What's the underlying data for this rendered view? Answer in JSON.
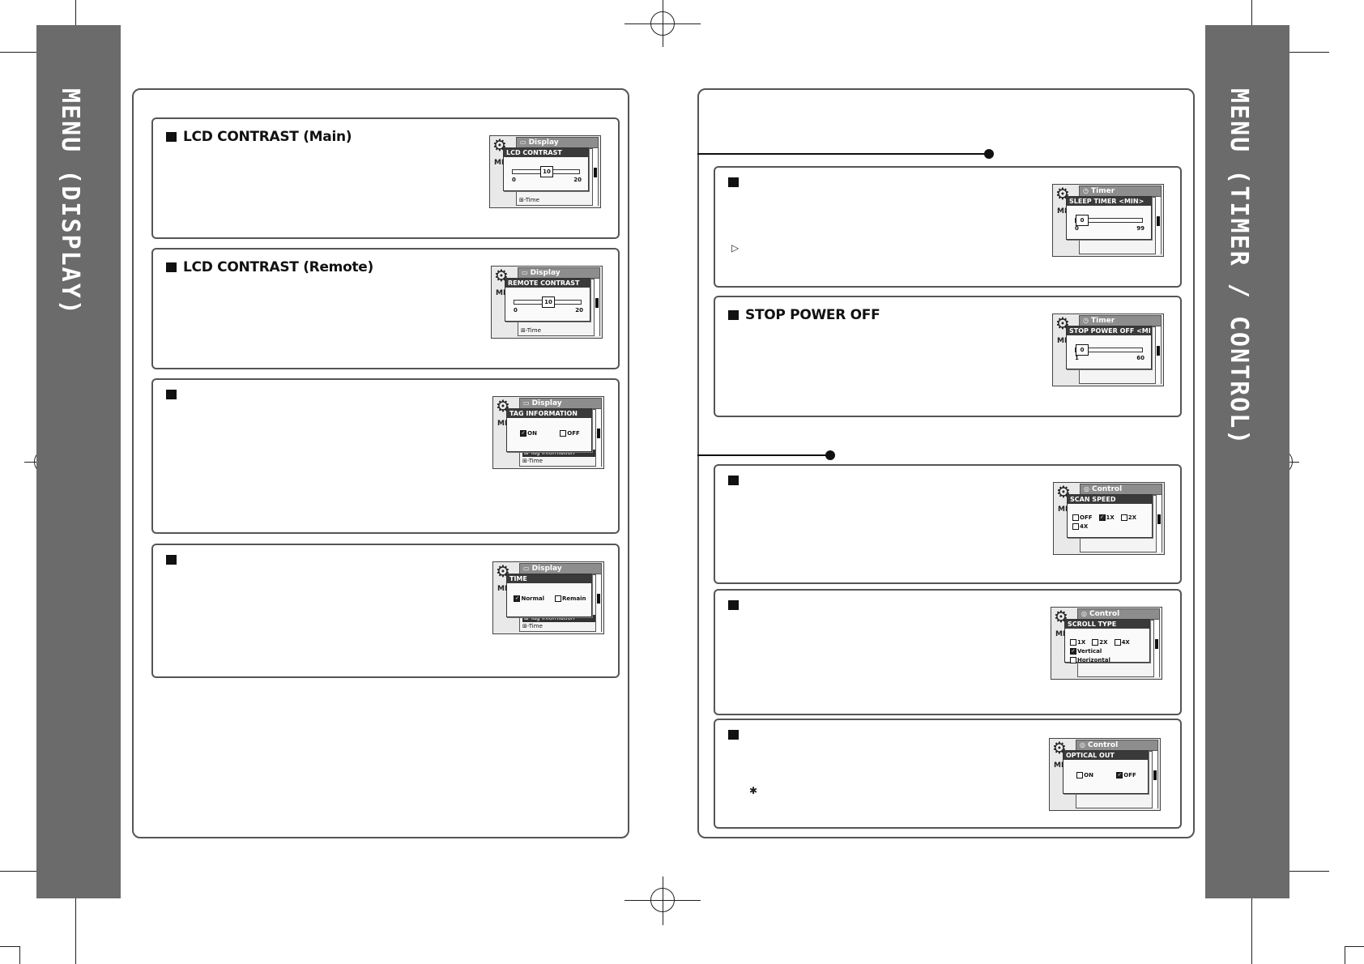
{
  "left_page": {
    "sidebar_label": "MENU (DISPLAY)",
    "sections": [
      {
        "title": "LCD CONTRAST (Main)",
        "screen": {
          "menu": "Display",
          "side_label": "ME",
          "popup_title": "LCD CONTRAST",
          "slider": {
            "value": "10",
            "min": "0",
            "max": "20",
            "fraction": 0.5
          },
          "list": [
            {
              "label": "⊞-Time",
              "selected": false
            }
          ]
        }
      },
      {
        "title": "LCD CONTRAST (Remote)",
        "screen": {
          "menu": "Display",
          "side_label": "ME",
          "popup_title": "REMOTE CONTRAST",
          "slider": {
            "value": "10",
            "min": "0",
            "max": "20",
            "fraction": 0.5
          },
          "list": [
            {
              "label": "⊞-Time",
              "selected": false
            }
          ]
        }
      },
      {
        "title": "",
        "screen": {
          "menu": "Display",
          "side_label": "ME",
          "popup_title": "TAG INFORMATION",
          "options": [
            {
              "label": "ON",
              "checked": true
            },
            {
              "label": "OFF",
              "checked": false
            }
          ],
          "list": [
            {
              "label": "⊞-Tag Information",
              "selected": true
            },
            {
              "label": "⊞-Time",
              "selected": false
            }
          ]
        }
      },
      {
        "title": "",
        "screen": {
          "menu": "Display",
          "side_label": "ME",
          "popup_title": "TIME",
          "options": [
            {
              "label": "Normal",
              "checked": true
            },
            {
              "label": "Remain",
              "checked": false
            }
          ],
          "list": [
            {
              "label": "⊞-Tag Information",
              "selected": true
            },
            {
              "label": "⊞-Time",
              "selected": false
            }
          ]
        }
      }
    ]
  },
  "right_page": {
    "sidebar_label": "MENU (TIMER / CONTROL)",
    "sections": [
      {
        "title": "",
        "mark": "▷",
        "screen": {
          "menu": "Timer",
          "side_label": "ME",
          "popup_title": "SLEEP TIMER <MIN>",
          "slider": {
            "value": "0",
            "min": "0",
            "max": "99",
            "fraction": 0.0
          }
        }
      },
      {
        "title": "STOP POWER OFF",
        "screen": {
          "menu": "Timer",
          "side_label": "ME",
          "popup_title": "STOP POWER OFF <MIN>",
          "slider": {
            "value": "0",
            "min": "1",
            "max": "60",
            "fraction": 0.0
          }
        }
      },
      {
        "title": "",
        "screen": {
          "menu": "Control",
          "side_label": "ME",
          "popup_title": "SCAN SPEED",
          "options": [
            {
              "label": "OFF",
              "checked": false
            },
            {
              "label": "1X",
              "checked": true
            },
            {
              "label": "2X",
              "checked": false
            },
            {
              "label": "4X",
              "checked": false
            }
          ]
        }
      },
      {
        "title": "",
        "screen": {
          "menu": "Control",
          "side_label": "ME",
          "popup_title": "SCROLL TYPE",
          "options": [
            {
              "label": "1X",
              "checked": false
            },
            {
              "label": "2X",
              "checked": false
            },
            {
              "label": "4X",
              "checked": false
            },
            {
              "label": "Vertical",
              "checked": true
            },
            {
              "label": "Horizontal",
              "checked": false
            }
          ]
        }
      },
      {
        "title": "",
        "mark": "✱",
        "screen": {
          "menu": "Control",
          "side_label": "ME",
          "popup_title": "OPTICAL OUT",
          "options": [
            {
              "label": "ON",
              "checked": false
            },
            {
              "label": "OFF",
              "checked": true
            }
          ]
        }
      }
    ]
  }
}
